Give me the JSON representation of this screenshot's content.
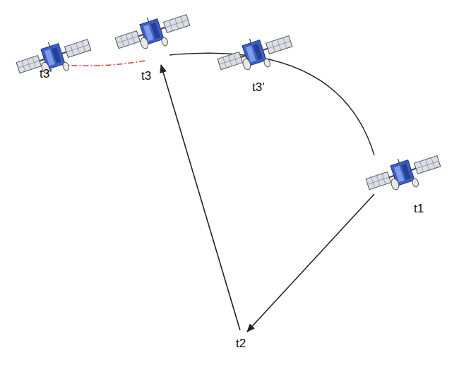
{
  "diagram": {
    "nodes": [
      {
        "text": [
          "t3'"
        ]
      },
      {
        "text": [
          "t3"
        ]
      },
      {
        "text": [
          "t3'"
        ]
      },
      {
        "text": [
          "t1"
        ]
      },
      {
        "text": [
          "t2"
        ]
      }
    ],
    "edges": [
      {
        "from": 3,
        "to": 4,
        "arrow": "to"
      },
      {
        "from": 4,
        "to": 1,
        "arrow": "to"
      },
      {
        "from": 3,
        "to": 1,
        "arrow": "none"
      },
      {
        "from": 1,
        "to": 0,
        "arrow": "none"
      }
    ]
  }
}
